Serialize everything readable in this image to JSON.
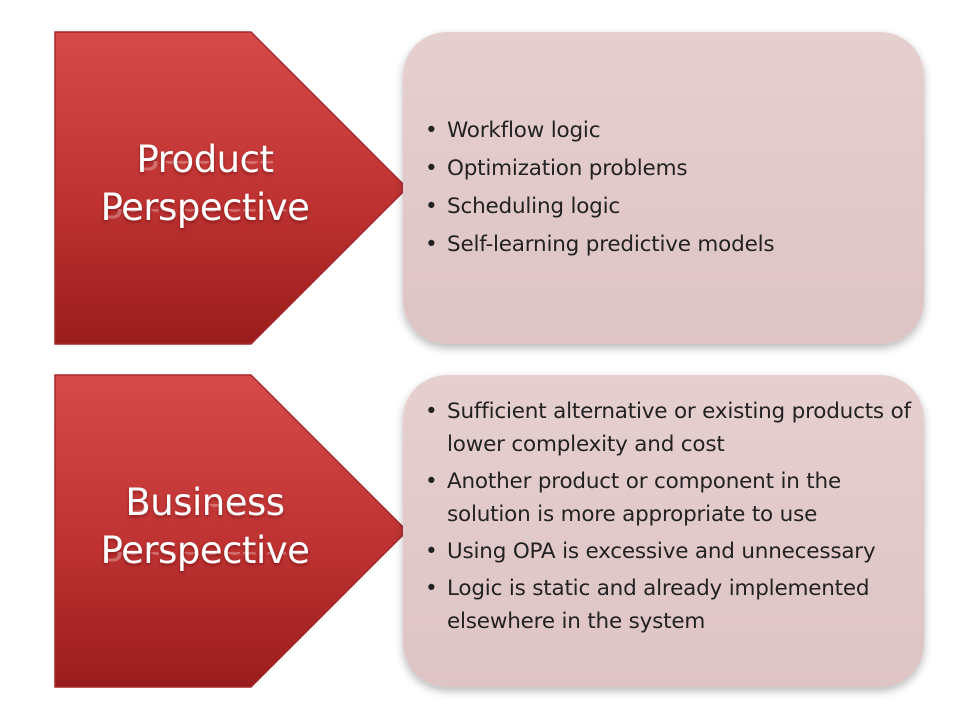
{
  "colors": {
    "arrow_top": "#d54545",
    "arrow_bottom": "#9c1e1e",
    "card_fill": "#e2caca",
    "label_text": "#ffffff",
    "bullet_text": "#222222"
  },
  "sections": [
    {
      "title_lines": [
        "Product",
        "Perspective"
      ],
      "bullets": [
        "Workflow logic",
        "Optimization problems",
        "Scheduling logic",
        "Self-learning predictive models"
      ]
    },
    {
      "title_lines": [
        "Business",
        "Perspective"
      ],
      "bullets": [
        "Sufficient alternative  or existing products of lower complexity and cost",
        "Another product or component in the solution is more appropriate to use",
        "Using OPA is excessive and unnecessary",
        "Logic is static and already implemented elsewhere in the system"
      ]
    }
  ]
}
